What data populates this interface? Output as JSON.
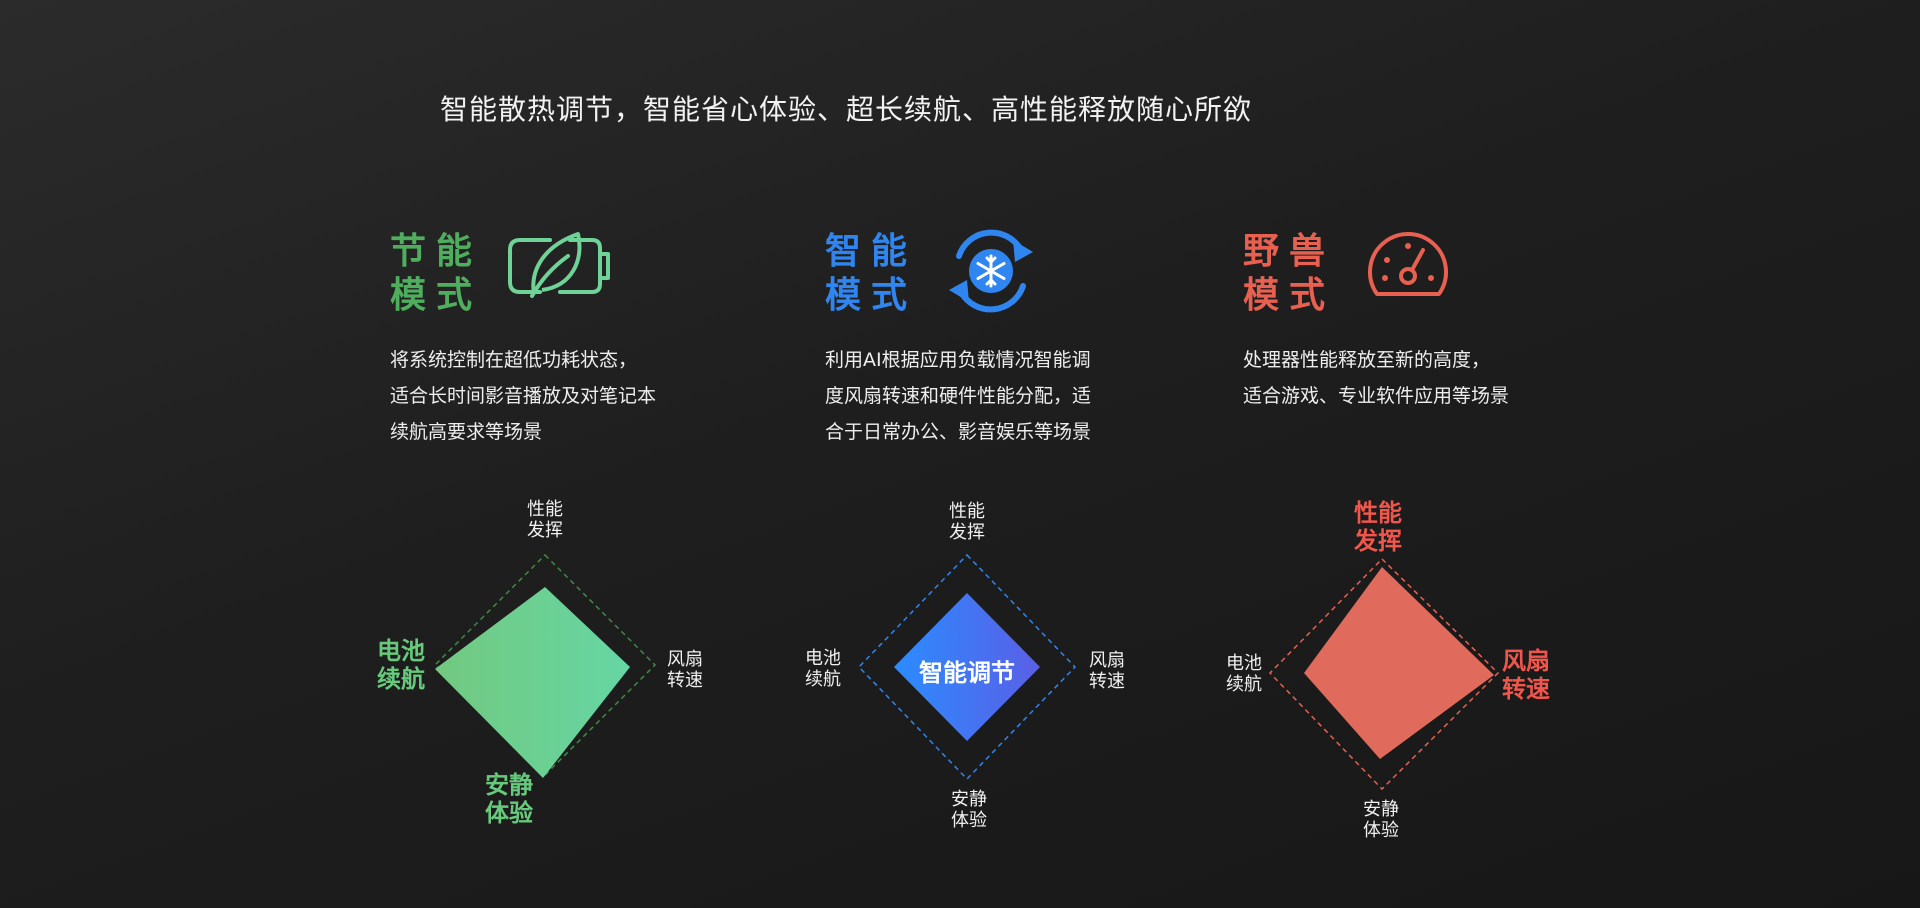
{
  "headline": "智能散热调节，智能省心体验、超长续航、高性能释放随心所欲",
  "colors": {
    "eco": "#4fae5d",
    "smart": "#2f86f0",
    "beast": "#e8604f"
  },
  "modes": [
    {
      "title": [
        "节能",
        "模式"
      ],
      "icon": "leaf-battery-icon",
      "description": [
        "将系统控制在超低功耗状态，",
        "适合长时间影音播放及对笔记本",
        "续航高要求等场景"
      ],
      "axes": {
        "top": [
          "性能",
          "发挥"
        ],
        "right": [
          "风扇",
          "转速"
        ],
        "bottom": [
          "安静",
          "体验"
        ],
        "left": [
          "电池",
          "续航"
        ]
      },
      "highlight": [
        "left",
        "bottom"
      ]
    },
    {
      "title": [
        "智能",
        "模式"
      ],
      "icon": "snowflake-cycle-icon",
      "description": [
        "利用AI根据应用负载情况智能调",
        "度风扇转速和硬件性能分配，适",
        "合于日常办公、影音娱乐等场景"
      ],
      "center": "智能调节",
      "axes": {
        "top": [
          "性能",
          "发挥"
        ],
        "right": [
          "风扇",
          "转速"
        ],
        "bottom": [
          "安静",
          "体验"
        ],
        "left": [
          "电池",
          "续航"
        ]
      },
      "highlight": []
    },
    {
      "title": [
        "野兽",
        "模式"
      ],
      "icon": "speedometer-icon",
      "description": [
        "处理器性能释放至新的高度，",
        "适合游戏、专业软件应用等场景"
      ],
      "axes": {
        "top": [
          "性能",
          "发挥"
        ],
        "right": [
          "风扇",
          "转速"
        ],
        "bottom": [
          "安静",
          "体验"
        ],
        "left": [
          "电池",
          "续航"
        ]
      },
      "highlight": [
        "top",
        "right"
      ]
    }
  ]
}
